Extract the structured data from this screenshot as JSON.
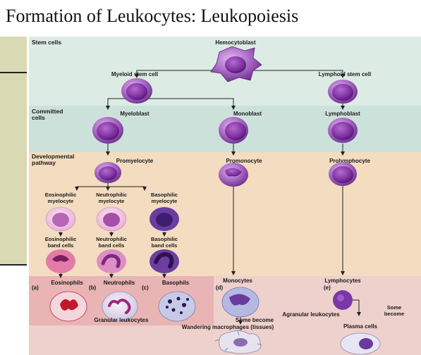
{
  "title": "Formation of Leukocytes: Leukopoiesis",
  "bands": {
    "stem": "Stem cells",
    "committed": [
      "Committed",
      "cells"
    ],
    "developmental": [
      "Developmental",
      "pathway"
    ]
  },
  "cells": {
    "hemocytoblast": "Hemocytoblast",
    "myeloid_stem": "Myeloid stem cell",
    "lymphoid_stem": "Lymphoid stem cell",
    "myeloblast": "Myeloblast",
    "monoblast": "Monoblast",
    "lymphoblast": "Lymphoblast",
    "promyelocyte": "Promyelocyte",
    "promonocyte": "Promonocyte",
    "prolymphocyte": "Prolymphocyte",
    "eos_myelocyte": [
      "Eosinophilic",
      "myelocyte"
    ],
    "neu_myelocyte": [
      "Neutrophilic",
      "myelocyte"
    ],
    "bas_myelocyte": [
      "Basophilic",
      "myelocyte"
    ],
    "eos_band": [
      "Eosinophilic",
      "band cells"
    ],
    "neu_band": [
      "Neutrophilic",
      "band cells"
    ],
    "bas_band": [
      "Basophilic",
      "band cells"
    ],
    "eosinophils": "Eosinophils",
    "neutrophils": "Neutrophils",
    "basophils": "Basophils",
    "monocytes": "Monocytes",
    "lymphocytes": "Lymphocytes",
    "tag_a": "(a)",
    "tag_b": "(b)",
    "tag_c": "(c)",
    "tag_d": "(d)",
    "tag_e": "(e)",
    "granular": "Granular leukocytes",
    "agranular": "Agranular leukocytes",
    "some_become_left": "Some become",
    "wandering": "Wandering macrophages (tissues)",
    "some_become_right": [
      "Some",
      "become"
    ],
    "plasma": "Plasma cells"
  },
  "colors": {
    "stem_band": "#dcebe4",
    "committed_band": "#cde1db",
    "developmental_band": "#f3dcc0",
    "mature_band": "#eed0cc",
    "granular_box": "#e8b4b4",
    "cell_purple": "#8a3f9e",
    "nucleus_dark": "#5a1b78",
    "title_text": "#111111"
  }
}
